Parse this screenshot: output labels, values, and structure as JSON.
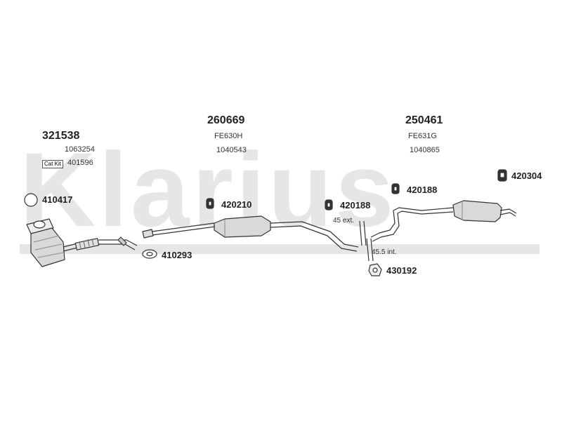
{
  "watermark": "Klarius",
  "assemblies": [
    {
      "number": "321538",
      "ref1": "1063254"
    },
    {
      "number": "260669",
      "ref1": "FE630H",
      "ref2": "1040543"
    },
    {
      "number": "250461",
      "ref1": "FE631G",
      "ref2": "1040865"
    }
  ],
  "cat_kit": {
    "badge": "Cat Kit",
    "number": "401596"
  },
  "parts": {
    "p410417": "410417",
    "p420210": "420210",
    "p420188a": "420188",
    "p420188b": "420188",
    "p420304": "420304",
    "p410293": "410293",
    "p430192": "430192"
  },
  "notes": {
    "ext": "45 ext.",
    "int": "45.5 int."
  },
  "colors": {
    "line": "#333333",
    "watermark": "#e6e6e6",
    "part_fill": "#d9d9d9"
  }
}
